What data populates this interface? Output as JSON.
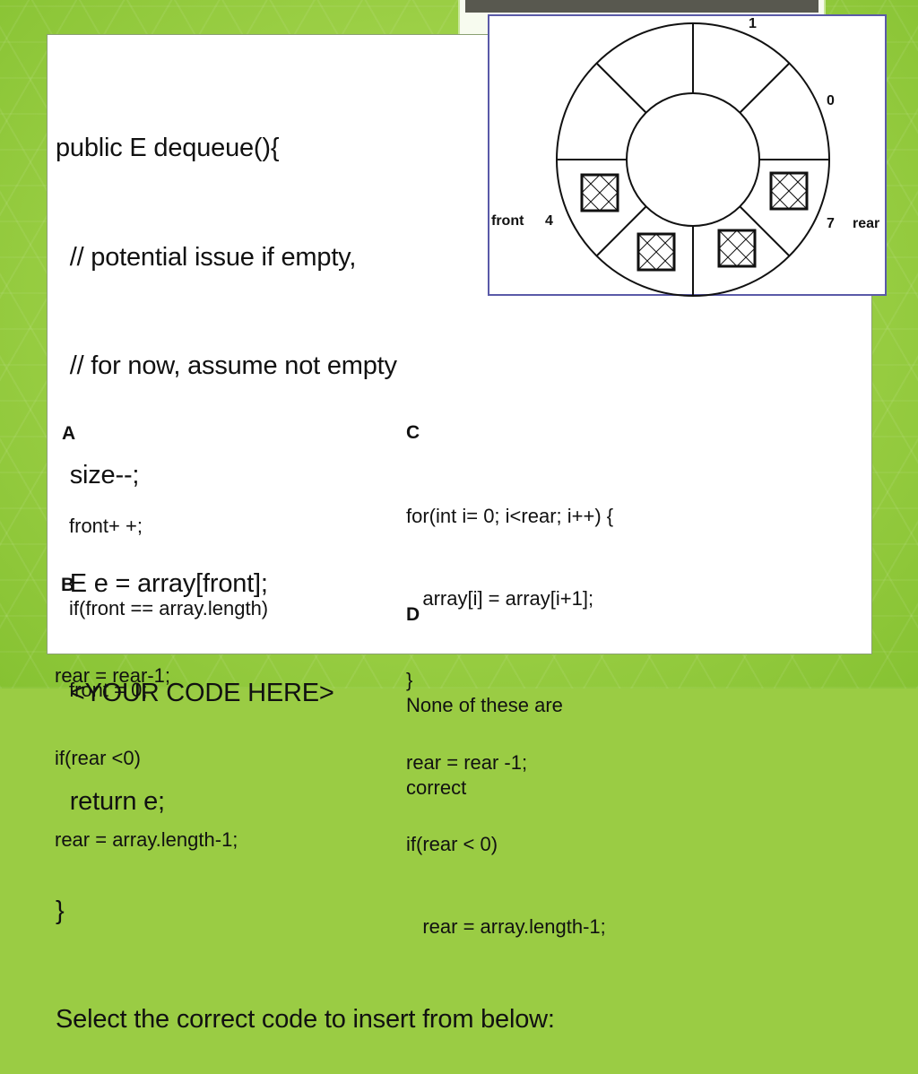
{
  "code": {
    "lines": [
      "public E dequeue(){",
      "  // potential issue if empty,",
      "  // for now, assume not empty",
      "  size--;",
      "  E e = array[front];",
      "  <YOUR CODE HERE>",
      "  return e;",
      "}",
      "Select the correct code to insert from below:"
    ]
  },
  "options": {
    "a": {
      "letter": "A",
      "lines": [
        "front+ +;",
        "if(front == array.length)",
        "front = 0;"
      ]
    },
    "b": {
      "letter": "B",
      "lines": [
        "rear = rear-1;",
        "if(rear <0)",
        "rear = array.length-1;"
      ]
    },
    "c": {
      "letter": "C",
      "lines": [
        "for(int i= 0; i<rear; i++) {",
        "   array[i] = array[i+1];",
        "}",
        "rear = rear -1;",
        "if(rear < 0)",
        "   rear = array.length-1;"
      ]
    },
    "d": {
      "letter": "D",
      "lines": [
        "None of these are",
        "correct"
      ]
    }
  },
  "diagram": {
    "index_top": "1",
    "index_right_upper": "0",
    "index_left": "4",
    "index_right": "7",
    "label_front": "front",
    "label_rear": "rear"
  }
}
